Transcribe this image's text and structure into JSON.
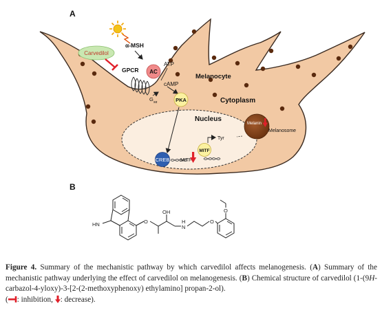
{
  "panel_a": {
    "panel_label": "A",
    "cell_label": "Melanocyte",
    "cytoplasm_label": "Cytoplasm",
    "nucleus_label": "Nucleus",
    "drug_label": "Carvedilol",
    "hormone_label": "α-MSH",
    "receptor_label": "GPCR",
    "g_protein_label": "G",
    "g_protein_sub": "sα",
    "enzyme_label": "AC",
    "substrate_label": "ATP",
    "messenger_label": "cAMP",
    "kinase_label": "PKA",
    "tf_label": "CREB",
    "gene_label": "MITF",
    "protein_label": "MITF",
    "target_label": "Tyr",
    "pigment_label": "Melanin",
    "organelle_label": "Melanosome"
  },
  "panel_b": {
    "panel_label": "B",
    "atom_nh": "HN",
    "atom_oh": "OH",
    "atom_h": "H",
    "atom_n": "N",
    "atom_o": "O"
  },
  "caption": {
    "figure_label": "Figure 4.",
    "intro": "Summary of the mechanistic pathway by which carvedilol affects melanogenesis. (",
    "label_a": "A",
    "text_a": ") Summary of the mechanistic pathway underlying the effect of carvedilol on melanogenesis. (",
    "label_b": "B",
    "text_b": ") Chemical structure of carvedilol (1-(9",
    "italic_h": "H",
    "text_b2": "-carbazol-4-yloxy)-3-[2-(2-methoxyphenoxy) ethylamino] propan-2-ol).",
    "legend_open": "(",
    "legend_inhibition": ": inhibition,",
    "legend_decrease": ": decrease)."
  }
}
